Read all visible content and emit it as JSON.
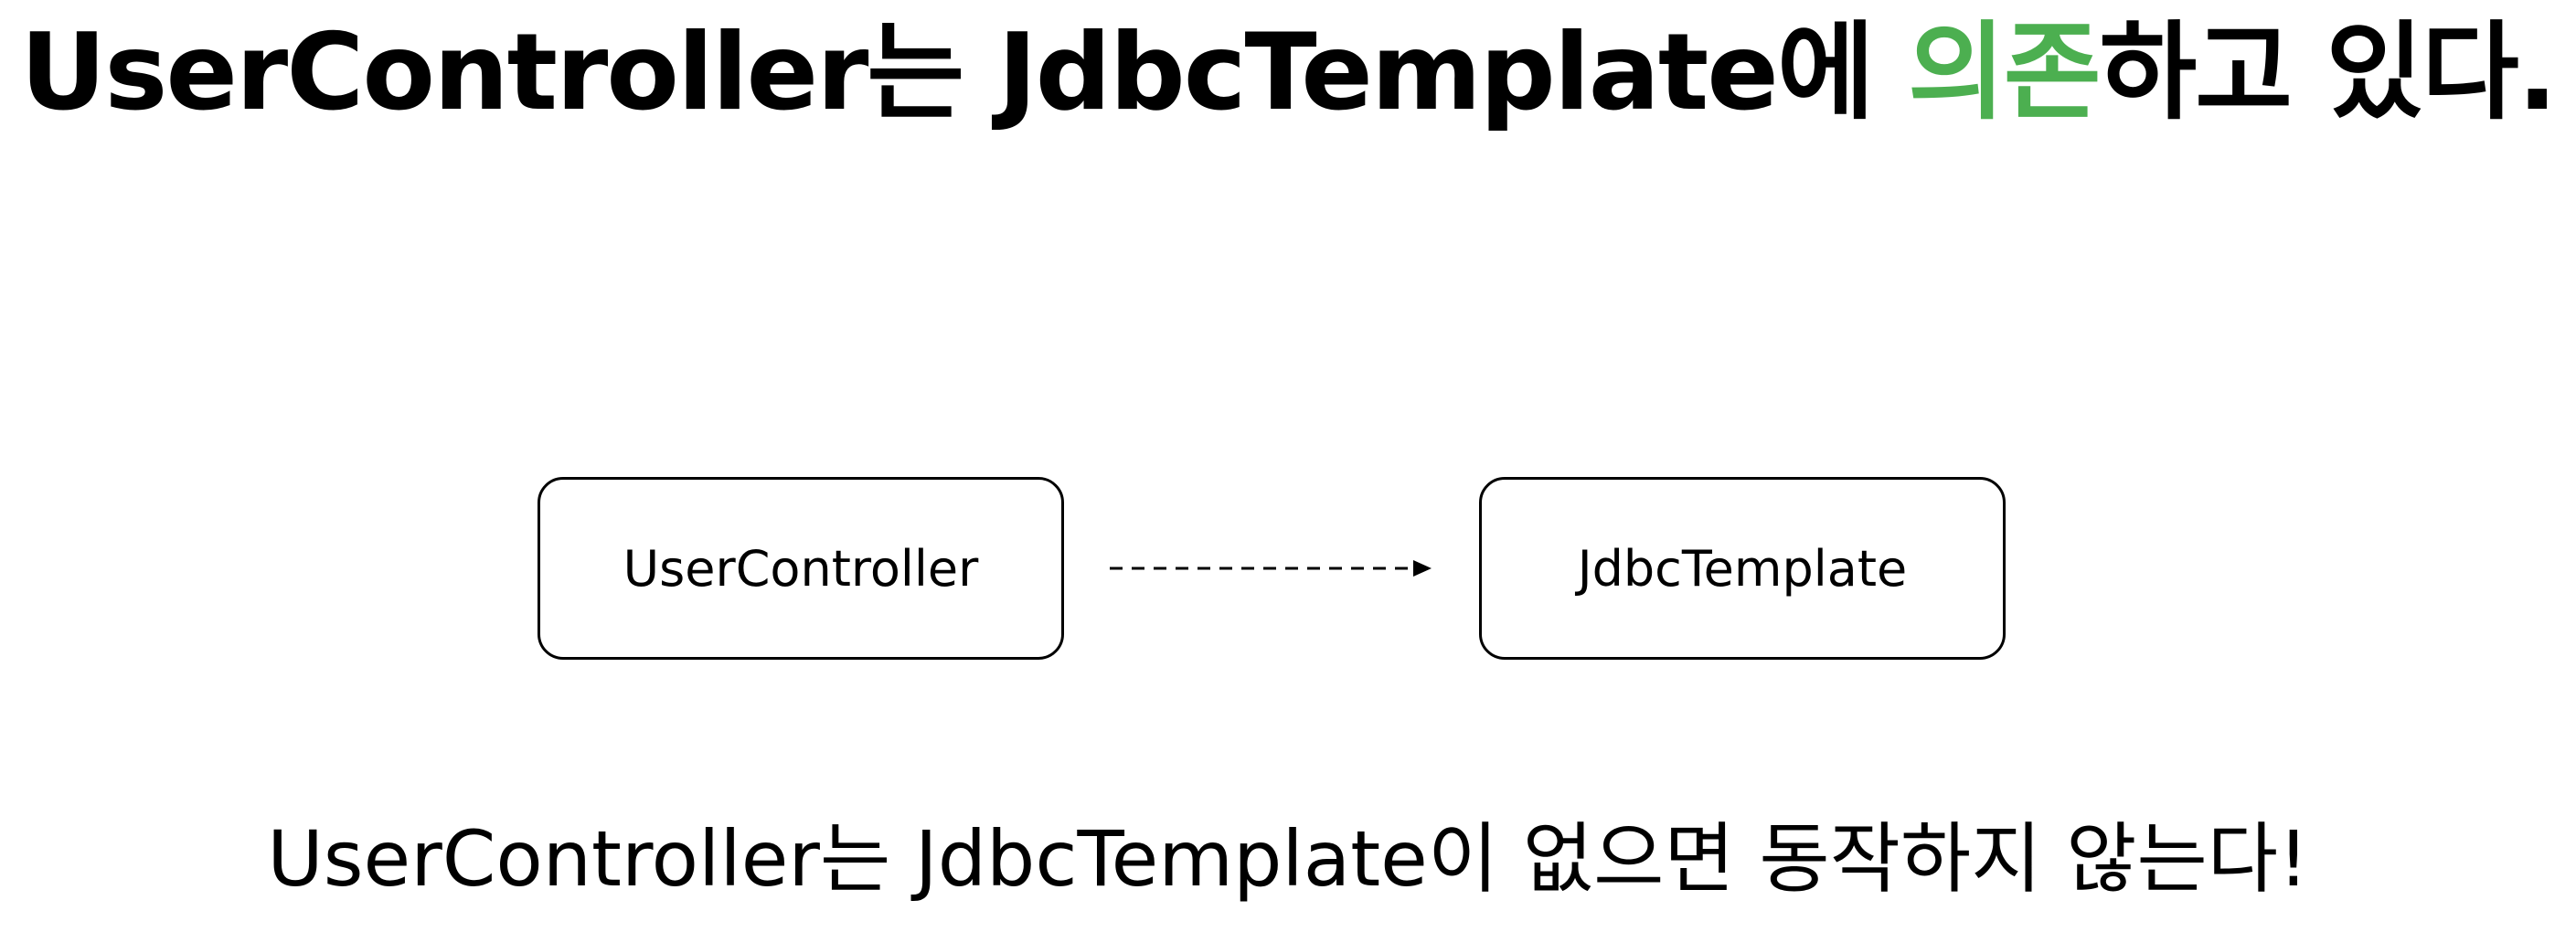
{
  "title": {
    "prefix": "UserController는 JdbcTemplate에 ",
    "highlight": "의존",
    "suffix": "하고 있다."
  },
  "diagram": {
    "source_label": "UserController",
    "target_label": "JdbcTemplate"
  },
  "caption": "UserController는 JdbcTemplate이 없으면 동작하지 않는다!",
  "colors": {
    "accent": "#4caf50",
    "text": "#000000",
    "background": "#ffffff"
  }
}
